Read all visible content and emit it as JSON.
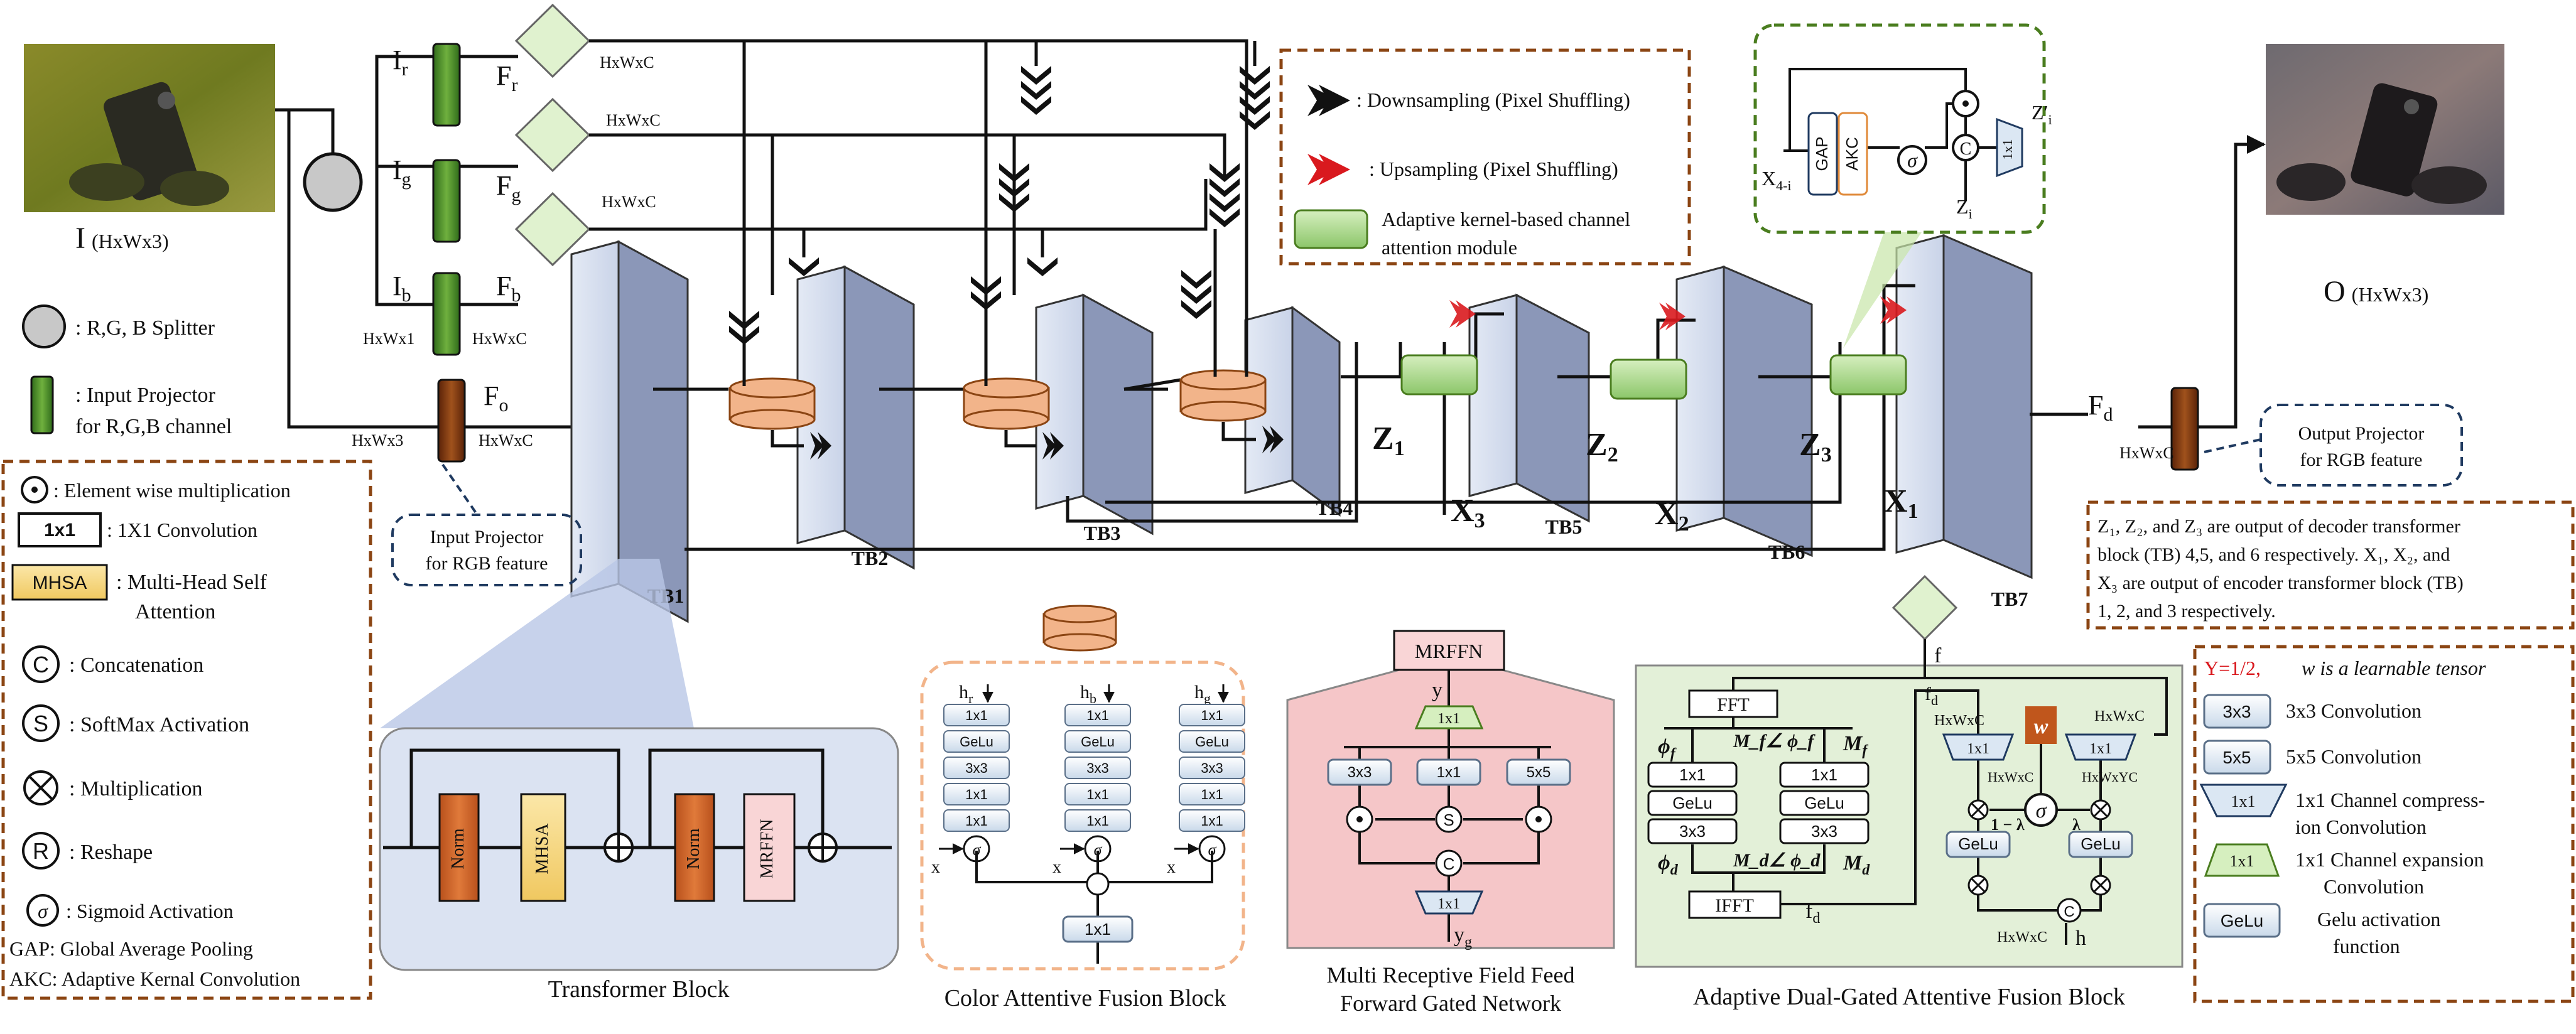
{
  "input": {
    "label": "I",
    "dims": "(HxWx3)"
  },
  "output": {
    "label": "O",
    "dims": "(HxWx3)"
  },
  "channels": [
    {
      "i": "I",
      "sub": "r",
      "f": "F",
      "fsub": "r",
      "dims": "HxWxC"
    },
    {
      "i": "I",
      "sub": "g",
      "f": "F",
      "fsub": "g",
      "dims": "HxWxC"
    },
    {
      "i": "I",
      "sub": "b",
      "f": "F",
      "fsub": "b",
      "dims": "HxWxC"
    }
  ],
  "dims": {
    "hw1": "HxWx1",
    "hwc": "HxWxC",
    "hw3": "HxWx3"
  },
  "fo": {
    "f": "F",
    "sub": "o"
  },
  "fd": {
    "f": "F",
    "sub": "d"
  },
  "tb_labels": [
    "TB1",
    "TB2",
    "TB3",
    "TB4",
    "TB5",
    "TB6",
    "TB7"
  ],
  "z_labels": [
    {
      "z": "Z",
      "sub": "1"
    },
    {
      "z": "Z",
      "sub": "2"
    },
    {
      "z": "Z",
      "sub": "3"
    }
  ],
  "x_labels": [
    {
      "x": "X",
      "sub": "3"
    },
    {
      "x": "X",
      "sub": "2"
    },
    {
      "x": "X",
      "sub": "1"
    }
  ],
  "input_projector_note": [
    "Input  Projector",
    "for RGB feature"
  ],
  "output_projector_note": [
    "Output Projector",
    "for RGB feature"
  ],
  "legend_top": {
    "down": ": Downsampling (Pixel Shuffling)",
    "up": ": Upsampling (Pixel Shuffling)",
    "akc_lines": [
      "Adaptive kernel-based channel",
      "attention module"
    ]
  },
  "akc_inset": {
    "x_in": "X",
    "x_sub": "4-i",
    "gap": "GAP",
    "akc": "AKC",
    "z": "Z",
    "z_sub": "i",
    "zp": "Z′",
    "zp_sub": "i",
    "conv": "1x1"
  },
  "left_legend": {
    "splitter": ":  R,G, B Splitter",
    "projector": [
      ": Input Projector",
      "for R,G,B channel"
    ],
    "items": [
      {
        "sym": "⊙",
        "text": ": Element wise multiplication"
      },
      {
        "sym": "1x1",
        "text": ": 1X1 Convolution"
      },
      {
        "sym": "MHSA",
        "text": ": Multi-Head Self",
        "text2": "Attention"
      },
      {
        "sym": "C",
        "text": ":  Concatenation"
      },
      {
        "sym": "S",
        "text": ":  SoftMax Activation"
      },
      {
        "sym": "⊗",
        "text": ":  Multiplication"
      },
      {
        "sym": "R",
        "text": ":  Reshape"
      },
      {
        "sym": "σ",
        "text": ": Sigmoid Activation"
      }
    ],
    "gap": "GAP: Global Average Pooling",
    "akc": "AKC: Adaptive Kernal Convolution"
  },
  "right_note": [
    "block (TB) 4,5, and 6 respectively.  X₁, X₂, and",
    "X₃ are output of encoder transformer block (TB)",
    "1, 2, and 3 respectively."
  ],
  "right_note_first": "Z₁, Z₂, and Z₃  are output of decoder transformer",
  "right_legend": {
    "gamma": "Y=1/2,",
    "w_note": "w is a learnable tensor",
    "items": [
      {
        "sym": "3x3",
        "text": "3x3 Convolution"
      },
      {
        "sym": "5x5",
        "text": "5x5 Convolution"
      },
      {
        "sym": "1x1",
        "text": "1x1 Channel compress-",
        "text2": "ion Convolution"
      },
      {
        "sym": "1x1",
        "text": "1x1 Channel expansion",
        "text2": "Convolution"
      },
      {
        "sym": "GeLu",
        "text": "Gelu activation",
        "text2": "function"
      }
    ]
  },
  "transformer_block": {
    "caption": "Transformer Block",
    "norm": "Norm",
    "mhsa": "MHSA",
    "mrffn": "MRFFN"
  },
  "cafb": {
    "caption": "Color Attentive Fusion Block",
    "inputs": [
      {
        "h": "h",
        "sub": "r"
      },
      {
        "h": "h",
        "sub": "b"
      },
      {
        "h": "h",
        "sub": "g"
      }
    ],
    "stack": [
      "1x1",
      "GeLu",
      "3x3",
      "1x1",
      "1x1"
    ],
    "x": "x",
    "out": "1x1"
  },
  "mrffn": {
    "title": "MRFFN",
    "y": "y",
    "top": "1x1",
    "branches": [
      "3x3",
      "1x1",
      "5x5"
    ],
    "s": "S",
    "c": "C",
    "bottom": "1x1",
    "out": "y",
    "out_sub": "g",
    "caption": [
      "Multi Receptive Field Feed",
      "Forward Gated Network"
    ]
  },
  "adgafb": {
    "caption": "Adaptive Dual-Gated Attentive Fusion Block",
    "f": "f",
    "fft": "FFT",
    "ifft": "IFFT",
    "phi_f": "ϕ",
    "phi_f_sub": "f",
    "mf_phi": "M_f∠ ϕ_f",
    "mf": "M",
    "phi_d": "ϕ",
    "md_phi": "M_d∠ ϕ_d",
    "stack": [
      "1x1",
      "GeLu",
      "3x3"
    ],
    "fd": "f",
    "fd_sub": "d",
    "w": "w",
    "hwc": "HxWxC",
    "hwyc": "HxWxYC",
    "one_minus": "1 − λ",
    "lambda": "λ",
    "gelu": "GeLu",
    "conv": "1x1",
    "c": "C",
    "h": "h"
  },
  "colors": {
    "green": "#7cb342",
    "greenDark": "#4a7d1f",
    "panelBlue": "#dbe3f2",
    "orange": "#d8662a",
    "brown": "#8b3a10",
    "salmon": "#f2b48a",
    "dashBrown": "#8b4513",
    "lightGreen": "#c8e6a8",
    "pinkPanel": "#f5c6c8",
    "mrffnFill": "#f9d5d6",
    "adgafbPanel": "#e3f0d8",
    "red": "#d9191e"
  }
}
